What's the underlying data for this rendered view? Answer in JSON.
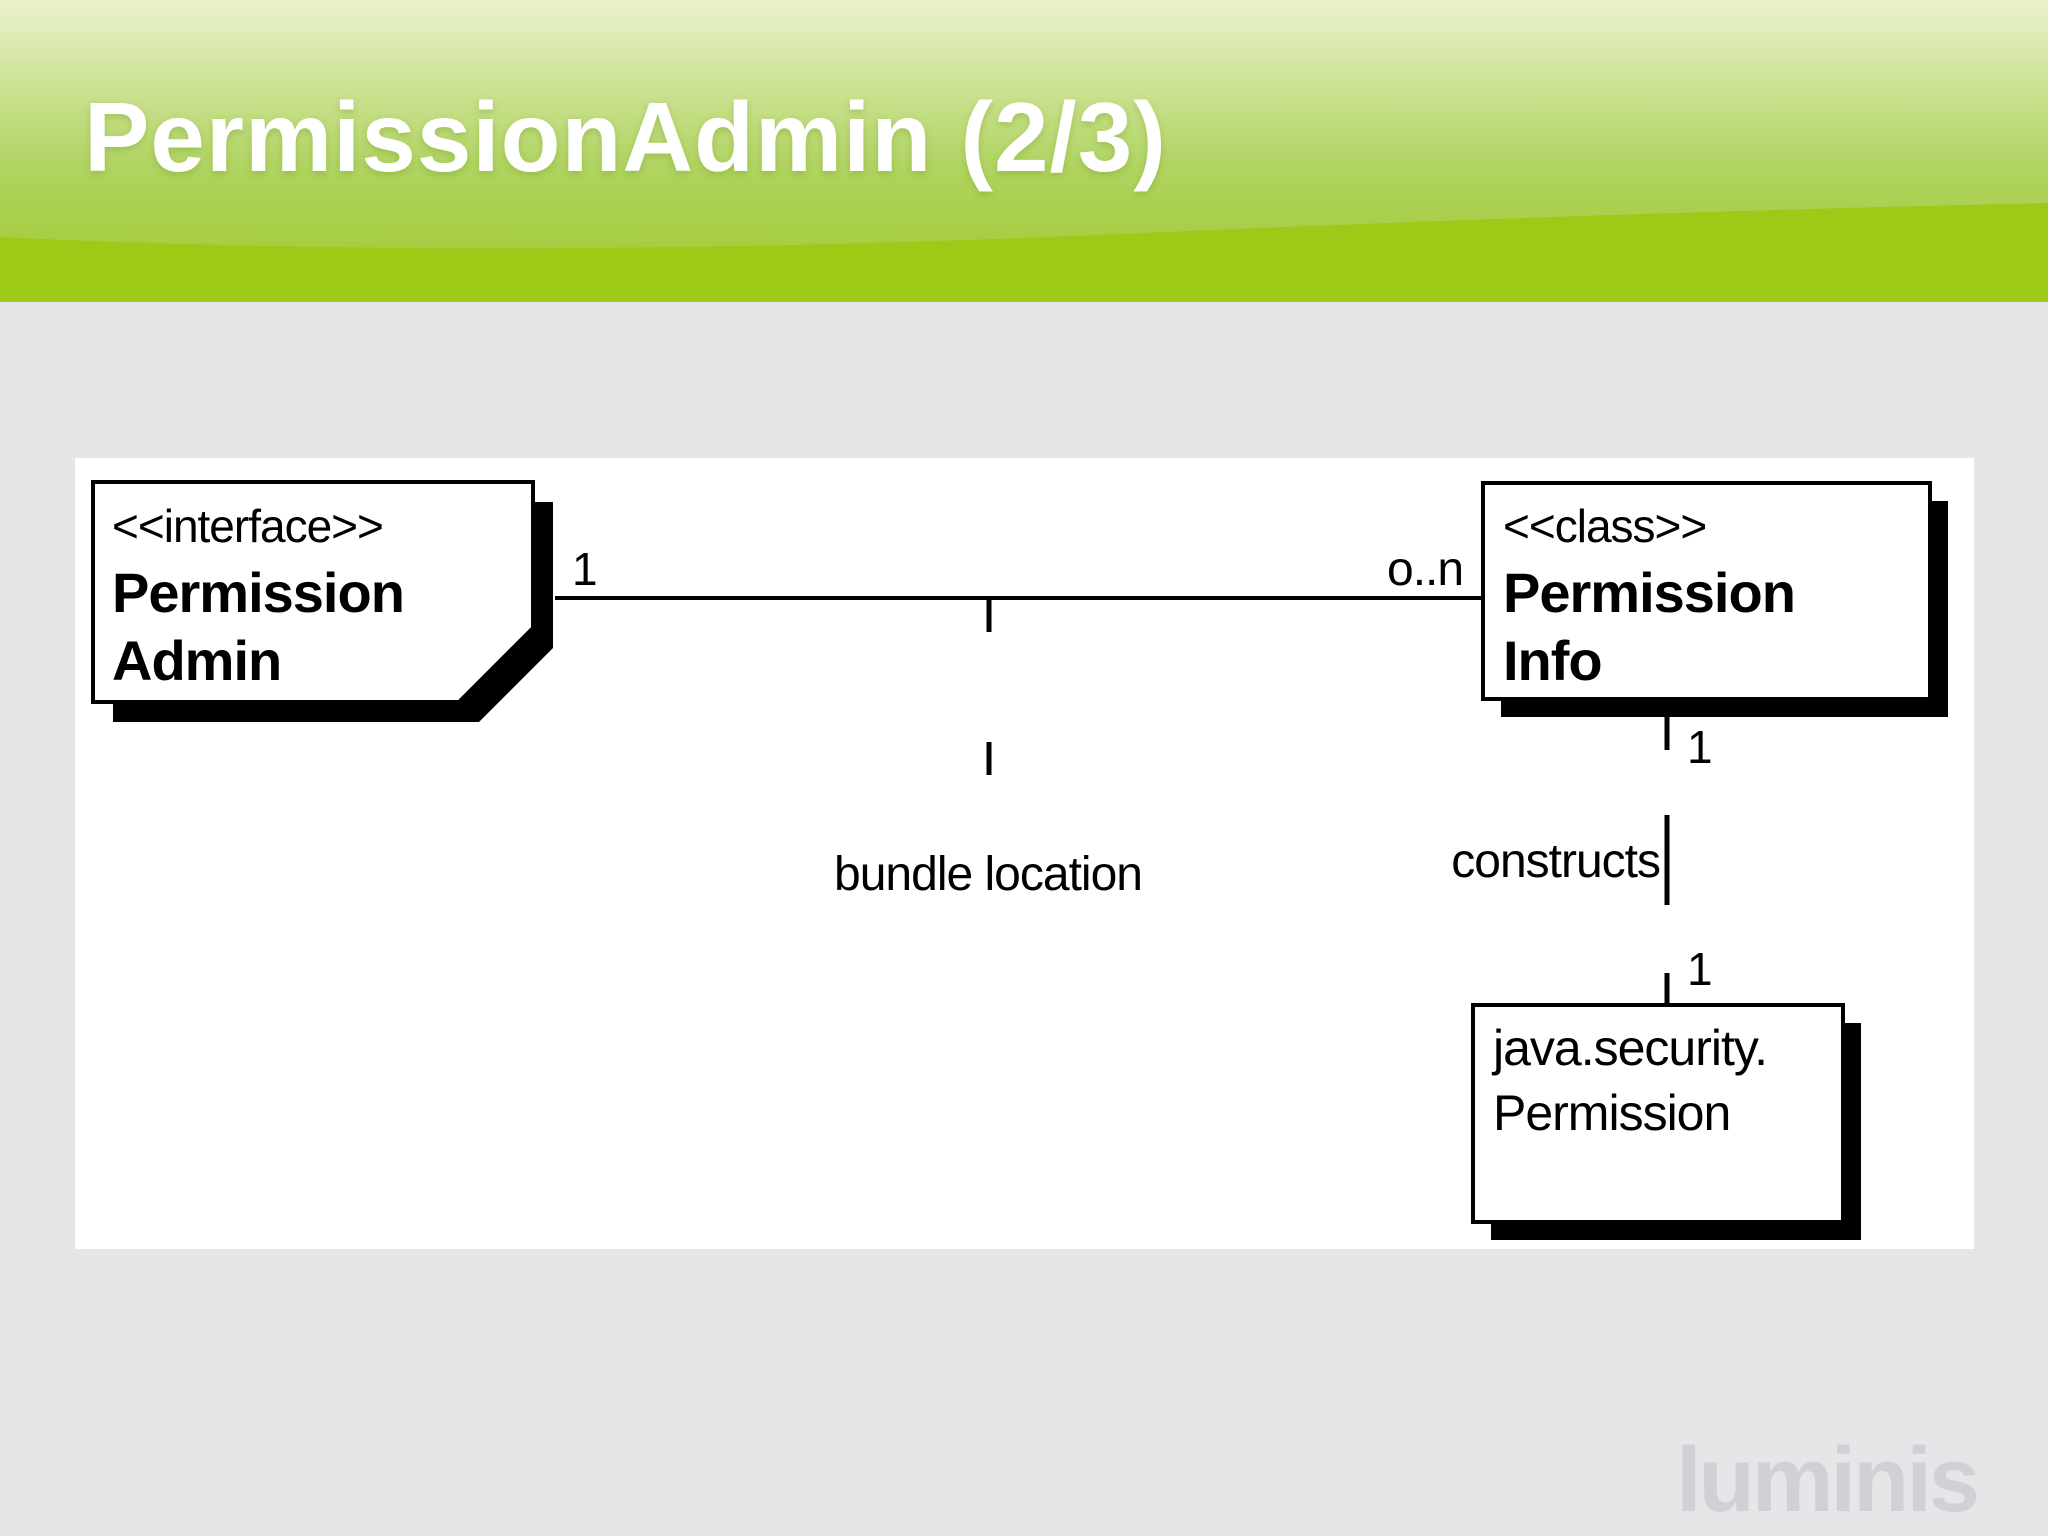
{
  "slide": {
    "title": "PermissionAdmin (2/3)",
    "logo": "luminis"
  },
  "colors": {
    "header_green_top": "#eaf1ce",
    "header_green_bottom": "#a3cb33",
    "header_wave": "#9ec916",
    "page_background": "#e7e5e8",
    "panel_background": "#ffffff",
    "diagram_ink": "#000000",
    "title_color": "#ffffff",
    "logo_color": "#d2d0d4"
  },
  "diagram": {
    "interface_box": {
      "stereotype": "<<interface>>",
      "name_line1": "Permission",
      "name_line2": "Admin"
    },
    "class_box": {
      "stereotype": "<<class>>",
      "name_line1": "Permission",
      "name_line2": "Info"
    },
    "permission_box": {
      "line1": "java.security.",
      "line2": "Permission"
    },
    "association": {
      "left_multiplicity": "1",
      "right_multiplicity": "o..n",
      "label": "bundle location"
    },
    "constructs": {
      "top_multiplicity": "1",
      "label": "constructs",
      "bottom_multiplicity": "1"
    }
  }
}
